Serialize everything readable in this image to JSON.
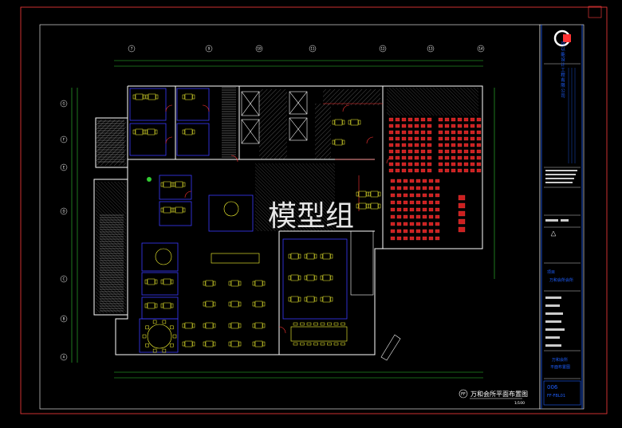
{
  "drawing": {
    "title": "万和会所平面布置图",
    "scale": "1/100",
    "section_mark": "FF",
    "watermark": "模型组"
  },
  "title_block": {
    "company_cn": "可以能设计工程有限公司",
    "project_label": "项目",
    "project_name": "万和会所会所",
    "sheet_name_1": "万和会所",
    "sheet_name_2": "平面布置图",
    "sheet_no": "006",
    "sheet_code": "FF-FBL01"
  },
  "grid_labels": {
    "top": [
      "7",
      "9",
      "10",
      "11",
      "12",
      "13",
      "14"
    ],
    "left": [
      "G",
      "F",
      "E",
      "D",
      "C",
      "B",
      "A"
    ]
  },
  "colors": {
    "background": "#000000",
    "frame": "#ff3b3b",
    "wall": "#ffffff",
    "furniture": "#ffff33",
    "door": "#ff3333",
    "room_outline": "#3a3aff",
    "dimension": "#33cc33",
    "hatch": "#bbbbbb",
    "title_block_accent": "#1e5fff"
  }
}
